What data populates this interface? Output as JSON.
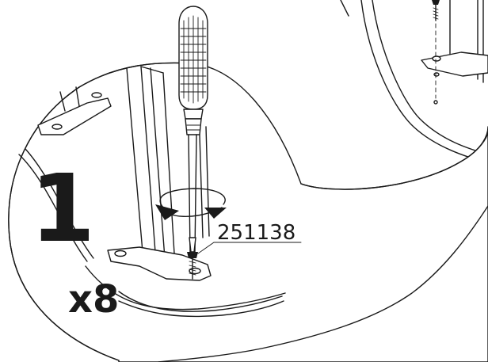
{
  "step": {
    "number": "1",
    "quantity": "x8",
    "part_number": "251138"
  },
  "colors": {
    "ink": "#1a1a1a",
    "paper": "#ffffff"
  },
  "icons": [
    "screwdriver-icon",
    "rotate-clockwise-arrow-icon",
    "screw-icon"
  ]
}
